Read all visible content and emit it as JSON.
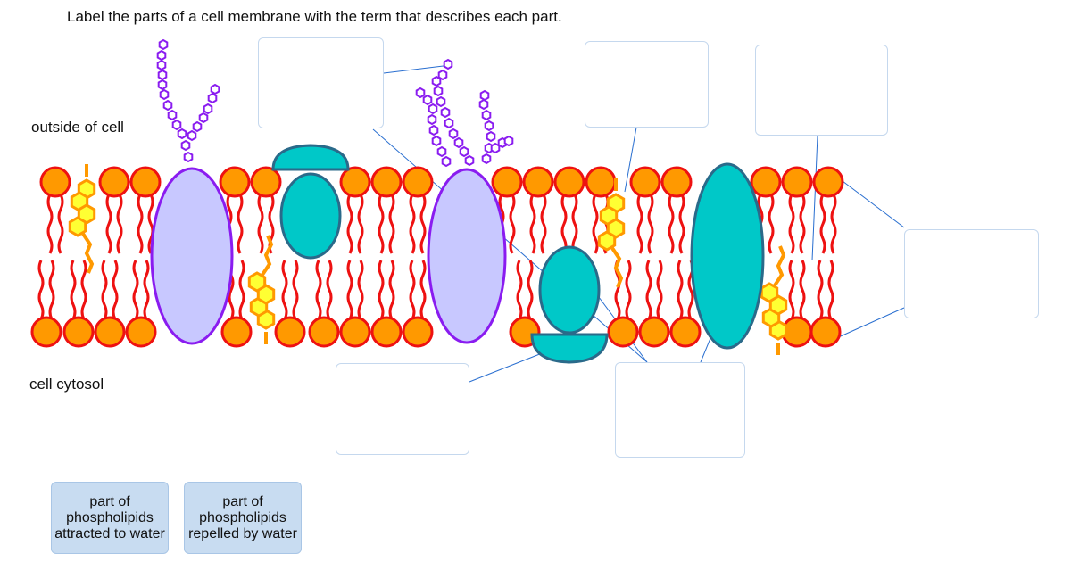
{
  "title": "Label the parts of a cell membrane with the term that describes each part.",
  "labels": {
    "outside": "outside of cell",
    "inside": "cell cytosol"
  },
  "drop_zones": [
    "",
    "",
    "",
    "",
    "",
    ""
  ],
  "drag_items": [
    {
      "label": "part of phospholipids attracted to water"
    },
    {
      "label": "part of phospholipids repelled by water"
    }
  ],
  "colors": {
    "head": "#ff9900",
    "head_stroke": "#ee1111",
    "tail": "#ee1111",
    "glycoprotein": "#c8c8ff",
    "glyco_stroke": "#8a1cf0",
    "protein": "#00c8c8",
    "protein_stroke": "#2a6a8a",
    "cholesterol": "#ffff33",
    "cholesterol_stroke": "#ff9900",
    "box_border": "#c5d8ee",
    "chip": "#c8dcf1"
  }
}
